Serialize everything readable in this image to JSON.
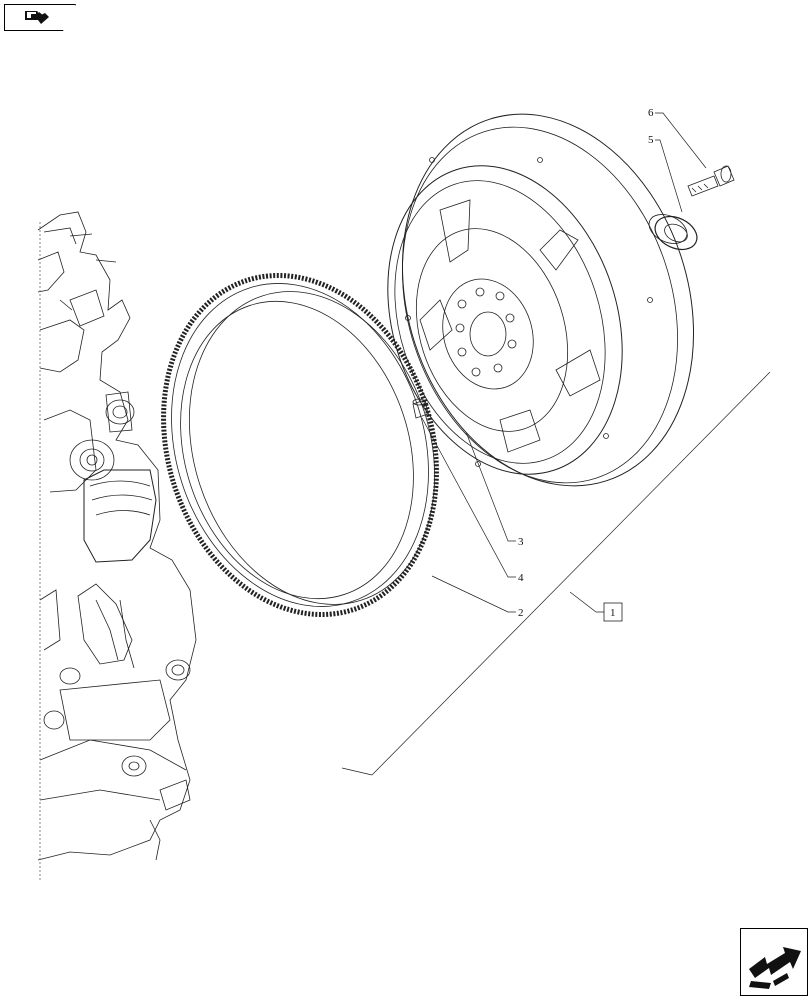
{
  "diagram": {
    "callouts": [
      "6",
      "5",
      "3",
      "4",
      "2",
      "1"
    ]
  },
  "icons": {
    "top_nav": "book-arrow-icon",
    "bottom_nav": "arrow-right-icon"
  }
}
